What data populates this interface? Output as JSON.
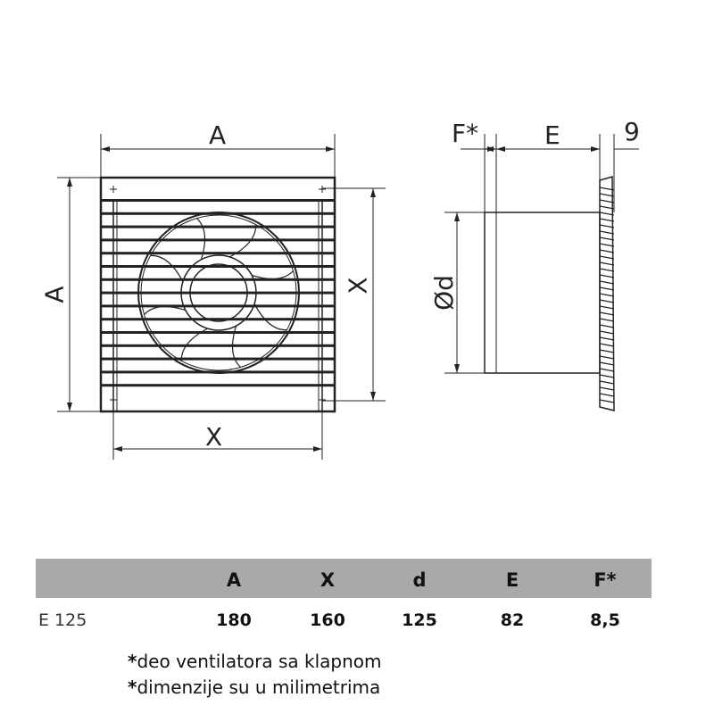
{
  "drawing": {
    "front_view": {
      "dim_top": "A",
      "dim_left": "A",
      "dim_right": "X",
      "dim_bottom": "X"
    },
    "side_view": {
      "dim_f": "F*",
      "dim_e": "E",
      "dim_9": "9",
      "dim_d": "Ød"
    }
  },
  "table": {
    "headers": [
      "A",
      "X",
      "d",
      "E",
      "F*"
    ],
    "rows": [
      {
        "model": "E 125",
        "values": [
          "180",
          "160",
          "125",
          "82",
          "8,5"
        ]
      }
    ]
  },
  "notes": [
    {
      "mark": "*",
      "text": "deo ventilatora sa klapnom"
    },
    {
      "mark": "*",
      "text": "dimenzije su u milimetrima"
    }
  ]
}
